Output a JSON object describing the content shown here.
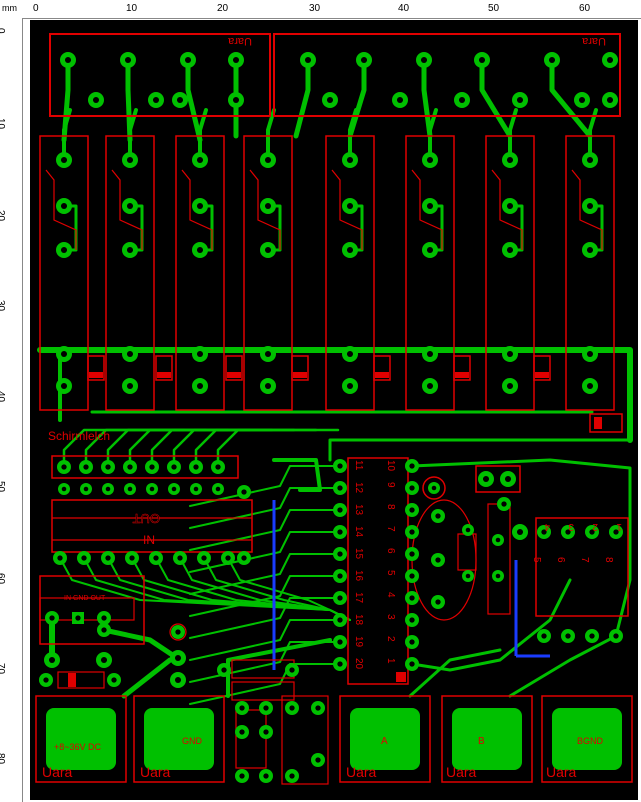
{
  "ruler": {
    "unit": "mm",
    "top_ticks": [
      "0",
      "10",
      "20",
      "30",
      "40",
      "50",
      "60"
    ],
    "left_ticks": [
      "0",
      "10",
      "20",
      "30",
      "40",
      "50",
      "60",
      "70",
      "80"
    ]
  },
  "labels": {
    "company": "Schirmlelch",
    "out_header": "OUT",
    "in_header": "IN",
    "power_header": "IN  GND  OUT",
    "terminal_power": "+8~36V DC",
    "terminal_gnd": "GND",
    "terminal_a": "A",
    "terminal_b": "B",
    "terminal_bgnd": "BGND",
    "relay_mark": "Uara",
    "terminal_mark": "Uara"
  },
  "ic_pins": {
    "left": [
      "11",
      "12",
      "13",
      "14",
      "15",
      "16",
      "17",
      "18",
      "19",
      "20"
    ],
    "right": [
      "10",
      "9",
      "8",
      "7",
      "6",
      "5",
      "4",
      "3",
      "2",
      "1"
    ]
  },
  "rs485_pins": {
    "top": [
      "1",
      "2",
      "3",
      "4"
    ],
    "bottom": [
      "8",
      "7",
      "6",
      "5"
    ]
  },
  "colors": {
    "background": "#000000",
    "copper": "#00c000",
    "silkscreen": "#e00000",
    "via_blue": "#1a3cff",
    "pad_hole": "#000000"
  }
}
